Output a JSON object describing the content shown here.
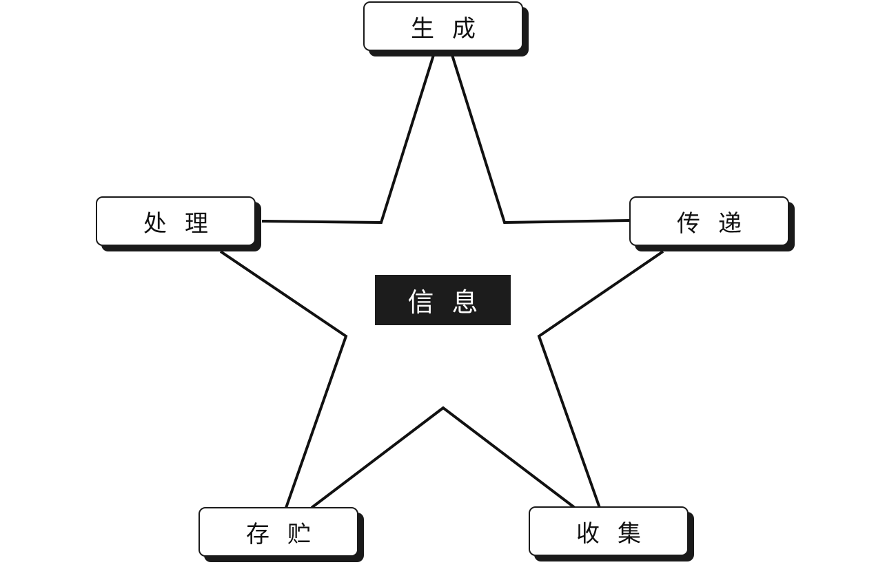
{
  "center": {
    "label": "信息",
    "bg": "#1c1c1c",
    "fg": "#ffffff"
  },
  "nodes": [
    {
      "key": "generate",
      "label": "生成"
    },
    {
      "key": "transmit",
      "label": "传递"
    },
    {
      "key": "collect",
      "label": "收集"
    },
    {
      "key": "store",
      "label": "存贮"
    },
    {
      "key": "process",
      "label": "处理"
    }
  ]
}
